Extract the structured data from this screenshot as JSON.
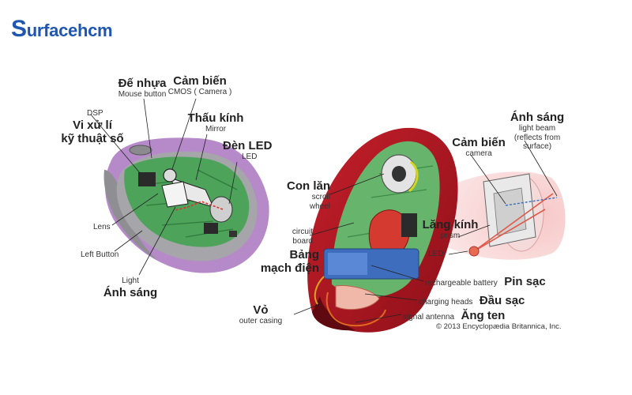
{
  "brand": {
    "first": "S",
    "rest": "urfacehcm",
    "color": "#1f56b1"
  },
  "left_mouse": {
    "de_nhua": "Đế nhựa",
    "mouse_button": "Mouse button",
    "cam_bien": "Cảm biến",
    "cmos": "CMOS ( Camera )",
    "thau_kinh": "Thấu kính",
    "mirror": "Mirror",
    "dsp": "DSP",
    "vi_xu_li": "Vi xử lí",
    "ky_thuat_so": "kỹ thuật số",
    "den_led": "Đèn LED",
    "led": "LED",
    "lens": "Lens",
    "left_button": "Left Button",
    "light": "Light",
    "anh_sang": "Ánh sáng"
  },
  "right_mouse": {
    "con_lan": "Con lăn",
    "scroll_wheel_1": "scroll",
    "scroll_wheel_2": "wheel",
    "circuit_board_1": "circuit",
    "circuit_board_2": "board",
    "bang_mach_dien_1": "Bảng",
    "bang_mach_dien_2": "mạch điện",
    "vo": "Vỏ",
    "outer_casing": "outer casing",
    "cam_bien": "Cảm biến",
    "camera": "camera",
    "anh_sang": "Ánh sáng",
    "light_beam_1": "light beam",
    "light_beam_2": "(reflects from",
    "light_beam_3": "surface)",
    "lang_kinh": "Lăng kính",
    "prism": "prism",
    "led": "LED",
    "rechargeable_battery": "rechargeable battery",
    "pin_sac": "Pin sạc",
    "charging_heads": "charging heads",
    "dau_sac": "Đầu sạc",
    "signal_antenna": "signal antenna",
    "ang_ten": "Ăng ten",
    "copyright": "© 2013 Encyclopædia Britannica, Inc."
  }
}
